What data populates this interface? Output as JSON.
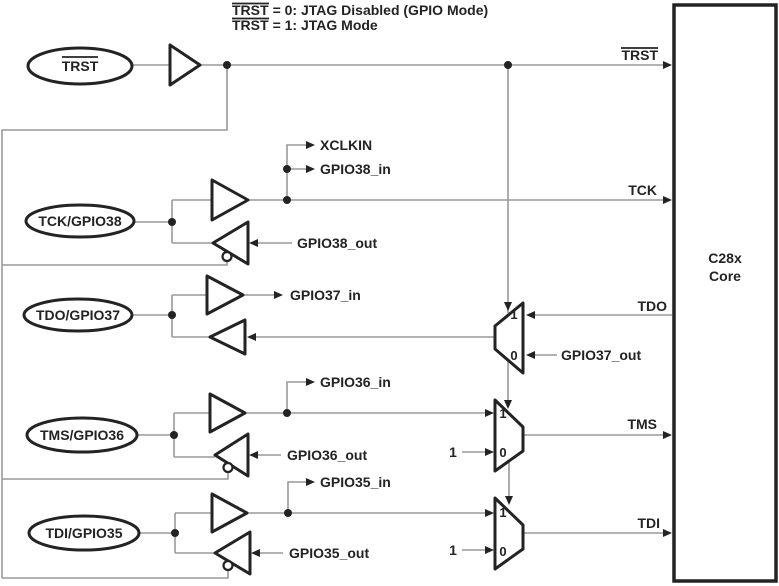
{
  "title_notes": {
    "line1": {
      "pin": "TRST",
      "rest": "= 0: JTAG Disabled (GPIO Mode)"
    },
    "line2": {
      "pin": "TRST",
      "rest": "= 1: JTAG Mode"
    }
  },
  "pads": [
    {
      "label": "TRST",
      "overlined": true
    },
    {
      "label": "TCK/GPIO38"
    },
    {
      "label": "TDO/GPIO37"
    },
    {
      "label": "TMS/GPIO36"
    },
    {
      "label": "TDI/GPIO35"
    }
  ],
  "core": {
    "name_line1": "C28x",
    "name_line2": "Core"
  },
  "core_signals": {
    "trst": "TRST",
    "tck": "TCK",
    "tdo": "TDO",
    "tms": "TMS",
    "tdi": "TDI"
  },
  "gpio_signals": {
    "xclkin": "XCLKIN",
    "gpio38_in": "GPIO38_in",
    "gpio38_out": "GPIO38_out",
    "gpio37_in": "GPIO37_in",
    "gpio37_out": "GPIO37_out",
    "gpio36_in": "GPIO36_in",
    "gpio36_out": "GPIO36_out",
    "gpio35_in": "GPIO35_in",
    "gpio35_out": "GPIO35_out"
  },
  "mux": {
    "input1": "1",
    "input0": "0",
    "constant_one": "1"
  },
  "colors": {
    "wire": "#999999",
    "ink": "#232323",
    "background": "#ffffff"
  }
}
